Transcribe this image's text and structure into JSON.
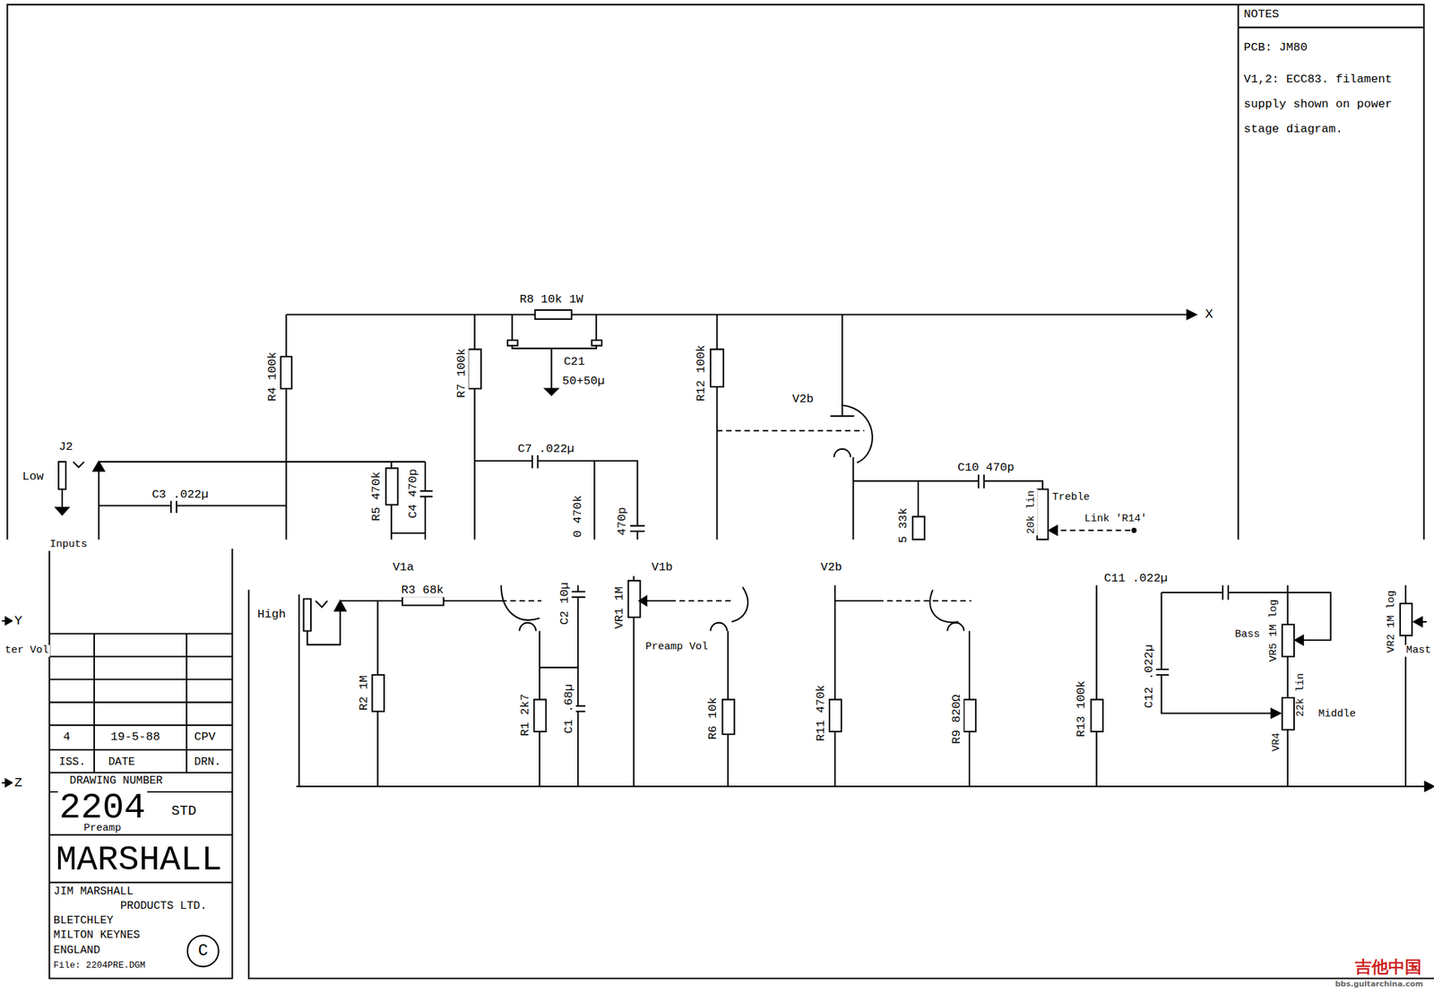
{
  "diagram": {
    "nodes": [
      {
        "text": [
          "NOTES",
          "PCB: JM80",
          "V1,2: ECC83. filament supply shown on power stage diagram."
        ]
      }
    ],
    "labels": [
      "R8 10k 1W",
      "X",
      "C21",
      "50+50µ",
      "R4 100k",
      "R7 100k",
      "R12 100k",
      "V2b",
      "J2",
      "Low",
      "C3 .022µ",
      "R5 470k",
      "C4 470p",
      "C7 .022µ",
      "C10 470p",
      "Treble",
      "20k lin",
      "Link 'R14'",
      "5 33k",
      "0 470k",
      "470p",
      "Inputs",
      "V1a",
      "V1b",
      "V2b",
      "R3 68k",
      "C11 .022µ",
      "High",
      "Y",
      "ter Vol",
      "Z",
      "R2 1M",
      "C2 10µ",
      "R1 2k7",
      "C1 .68µ",
      "VR1 1M",
      "Preamp Vol",
      "R6 10k",
      "R11 470k",
      "R9 820Ω",
      "R13 100k",
      "C12 .022µ",
      "Bass",
      "VR5 1M log",
      "22k lin",
      "VR4",
      "Middle",
      "VR2 1M log",
      "Mast",
      "4",
      "19-5-88",
      "CPV",
      "ISS.",
      "DATE",
      "DRN.",
      "DRAWING NUMBER",
      "2204",
      "STD",
      "Preamp",
      "MARSHALL",
      "JIM MARSHALL",
      "PRODUCTS LTD.",
      "BLETCHLEY",
      "MILTON KEYNES",
      "ENGLAND",
      "File: 2204PRE.DGM",
      "C",
      "吉他中国",
      "bbs.guitarchina.com"
    ]
  }
}
